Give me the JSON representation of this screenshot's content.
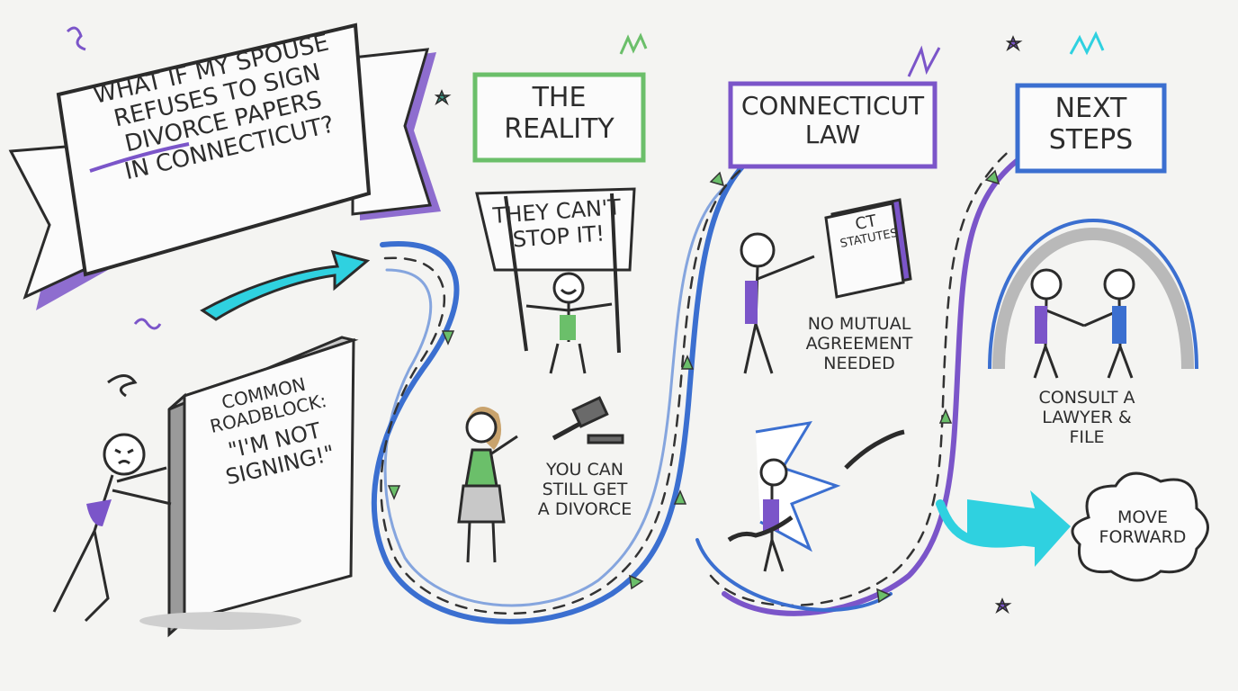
{
  "banner": {
    "lines": [
      "WHAT IF MY SPOUSE",
      "REFUSES TO SIGN",
      "DIVORCE PAPERS",
      "IN CONNECTICUT?"
    ]
  },
  "roadblock": {
    "title_lines": [
      "COMMON",
      "ROADBLOCK:"
    ],
    "quote_lines": [
      "\"I'M NOT",
      "SIGNING!\""
    ]
  },
  "reality": {
    "title_lines": [
      "THE",
      "REALITY"
    ],
    "sign_lines": [
      "THEY CAN'T",
      "STOP IT!"
    ],
    "note_lines": [
      "YOU CAN",
      "STILL GET",
      "A DIVORCE"
    ]
  },
  "law": {
    "title_lines": [
      "CONNECTICUT",
      "LAW"
    ],
    "book_lines": [
      "CT",
      "STATUTES"
    ],
    "note_lines": [
      "NO MUTUAL",
      "AGREEMENT",
      "NEEDED"
    ]
  },
  "next": {
    "title_lines": [
      "NEXT",
      "STEPS"
    ],
    "note_lines": [
      "CONSULT A",
      "LAWYER &",
      "FILE"
    ],
    "cloud_lines": [
      "MOVE",
      "FORWARD"
    ]
  },
  "colors": {
    "purple": "#7b55c9",
    "blue": "#3b6fd0",
    "green": "#6bbf6a",
    "teal": "#2fd1e0",
    "ink": "#2b2b2b"
  }
}
